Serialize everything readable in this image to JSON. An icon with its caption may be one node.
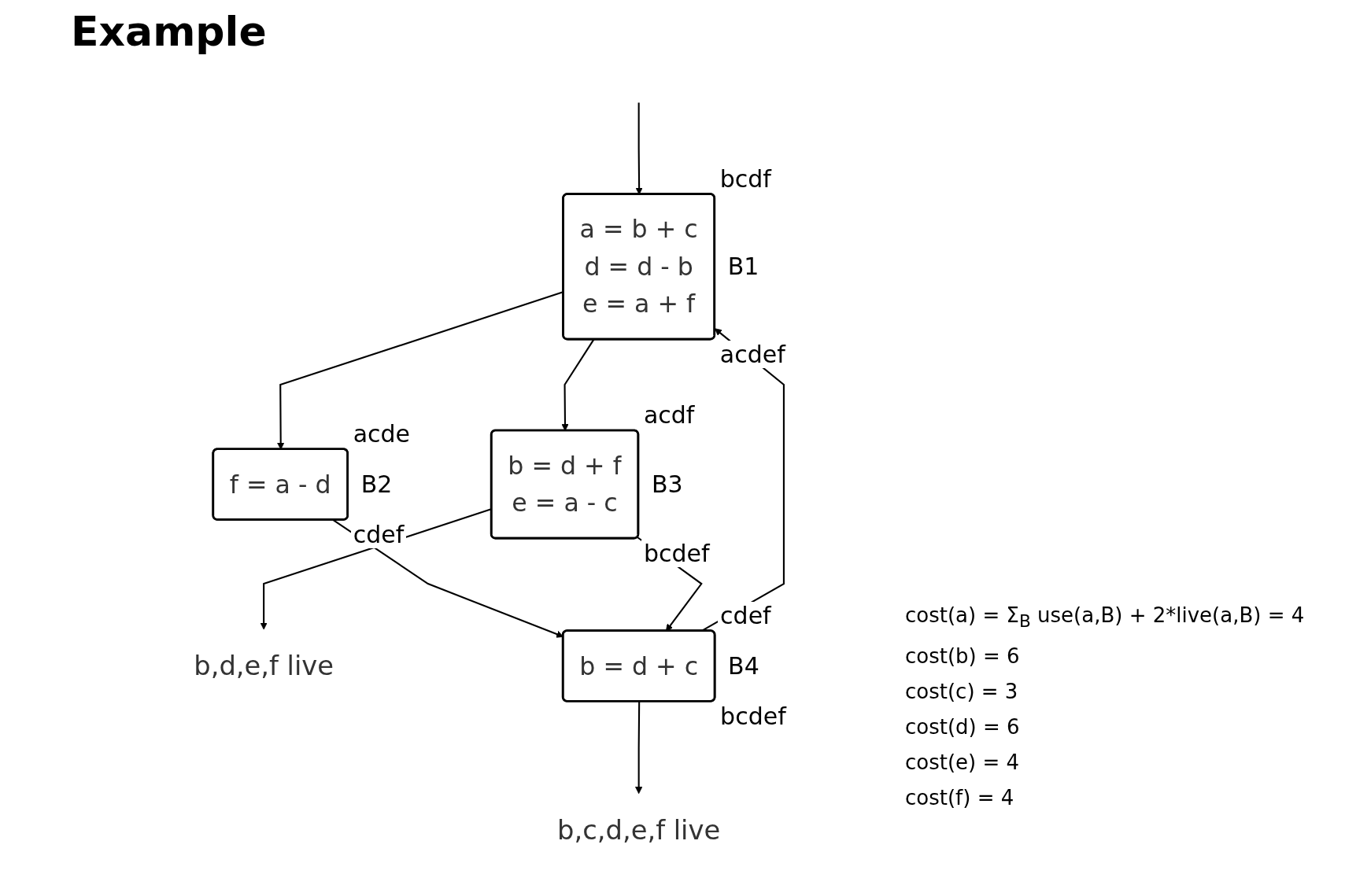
{
  "diagram": {
    "title": "Example",
    "nodes": [
      {
        "text": [
          "a = b + c",
          "d = d - b",
          "e = a + f"
        ],
        "beside": [
          "bcdf",
          "B1",
          "acdef"
        ]
      },
      {
        "text": [
          "f = a - d"
        ],
        "beside": [
          "acde",
          "B2",
          "cdef"
        ]
      },
      {
        "text": [
          "b = d + f",
          "e = a - c"
        ],
        "beside": [
          "acdf",
          "B3",
          "bcdef"
        ]
      },
      {
        "text": [
          "b,d,e,f live"
        ]
      },
      {
        "text": [
          "b = d + c"
        ],
        "beside": [
          "cdef",
          "B4",
          "bcdef"
        ]
      },
      {
        "text": [
          "b,c,d,e,f live"
        ]
      }
    ],
    "edges": [
      {
        "from": null,
        "to": 0,
        "arrow": "to"
      },
      {
        "from": 0,
        "to": 1,
        "arrow": "to"
      },
      {
        "from": 0,
        "to": 2,
        "arrow": "to"
      },
      {
        "from": 1,
        "to": 4,
        "arrow": "to"
      },
      {
        "from": 2,
        "to": 4,
        "arrow": "to"
      },
      {
        "from": 2,
        "to": 3,
        "arrow": "to"
      },
      {
        "from": 4,
        "to": 0,
        "arrow": "to"
      },
      {
        "from": 4,
        "to": 5,
        "arrow": "to"
      }
    ],
    "labels": [
      "cost(a) = Σ$_{B}$ use(a,B) + 2*live(a,B) = 4",
      "cost(b) = 6",
      "cost(c) = 3",
      "cost(d) = 6",
      "cost(e) = 4",
      "cost(f) = 4"
    ]
  }
}
